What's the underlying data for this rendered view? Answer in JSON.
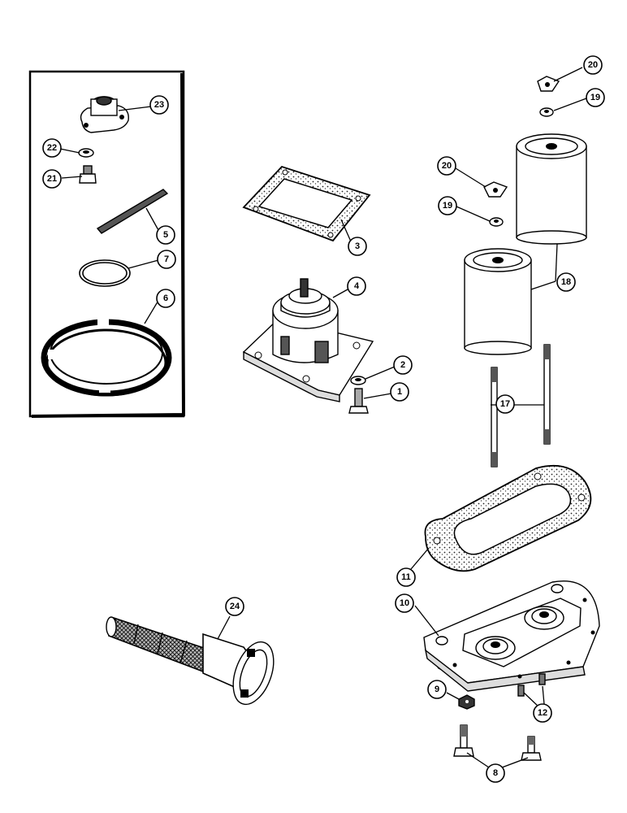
{
  "callouts": {
    "c1": "1",
    "c2": "2",
    "c3": "3",
    "c4": "4",
    "c5": "5",
    "c6": "6",
    "c7": "7",
    "c8": "8",
    "c9": "9",
    "c10": "10",
    "c11": "11",
    "c12": "12",
    "c17": "17",
    "c18": "18",
    "c19a": "19",
    "c19b": "19",
    "c20a": "20",
    "c20b": "20",
    "c21": "21",
    "c22": "22",
    "c23": "23",
    "c24": "24"
  }
}
